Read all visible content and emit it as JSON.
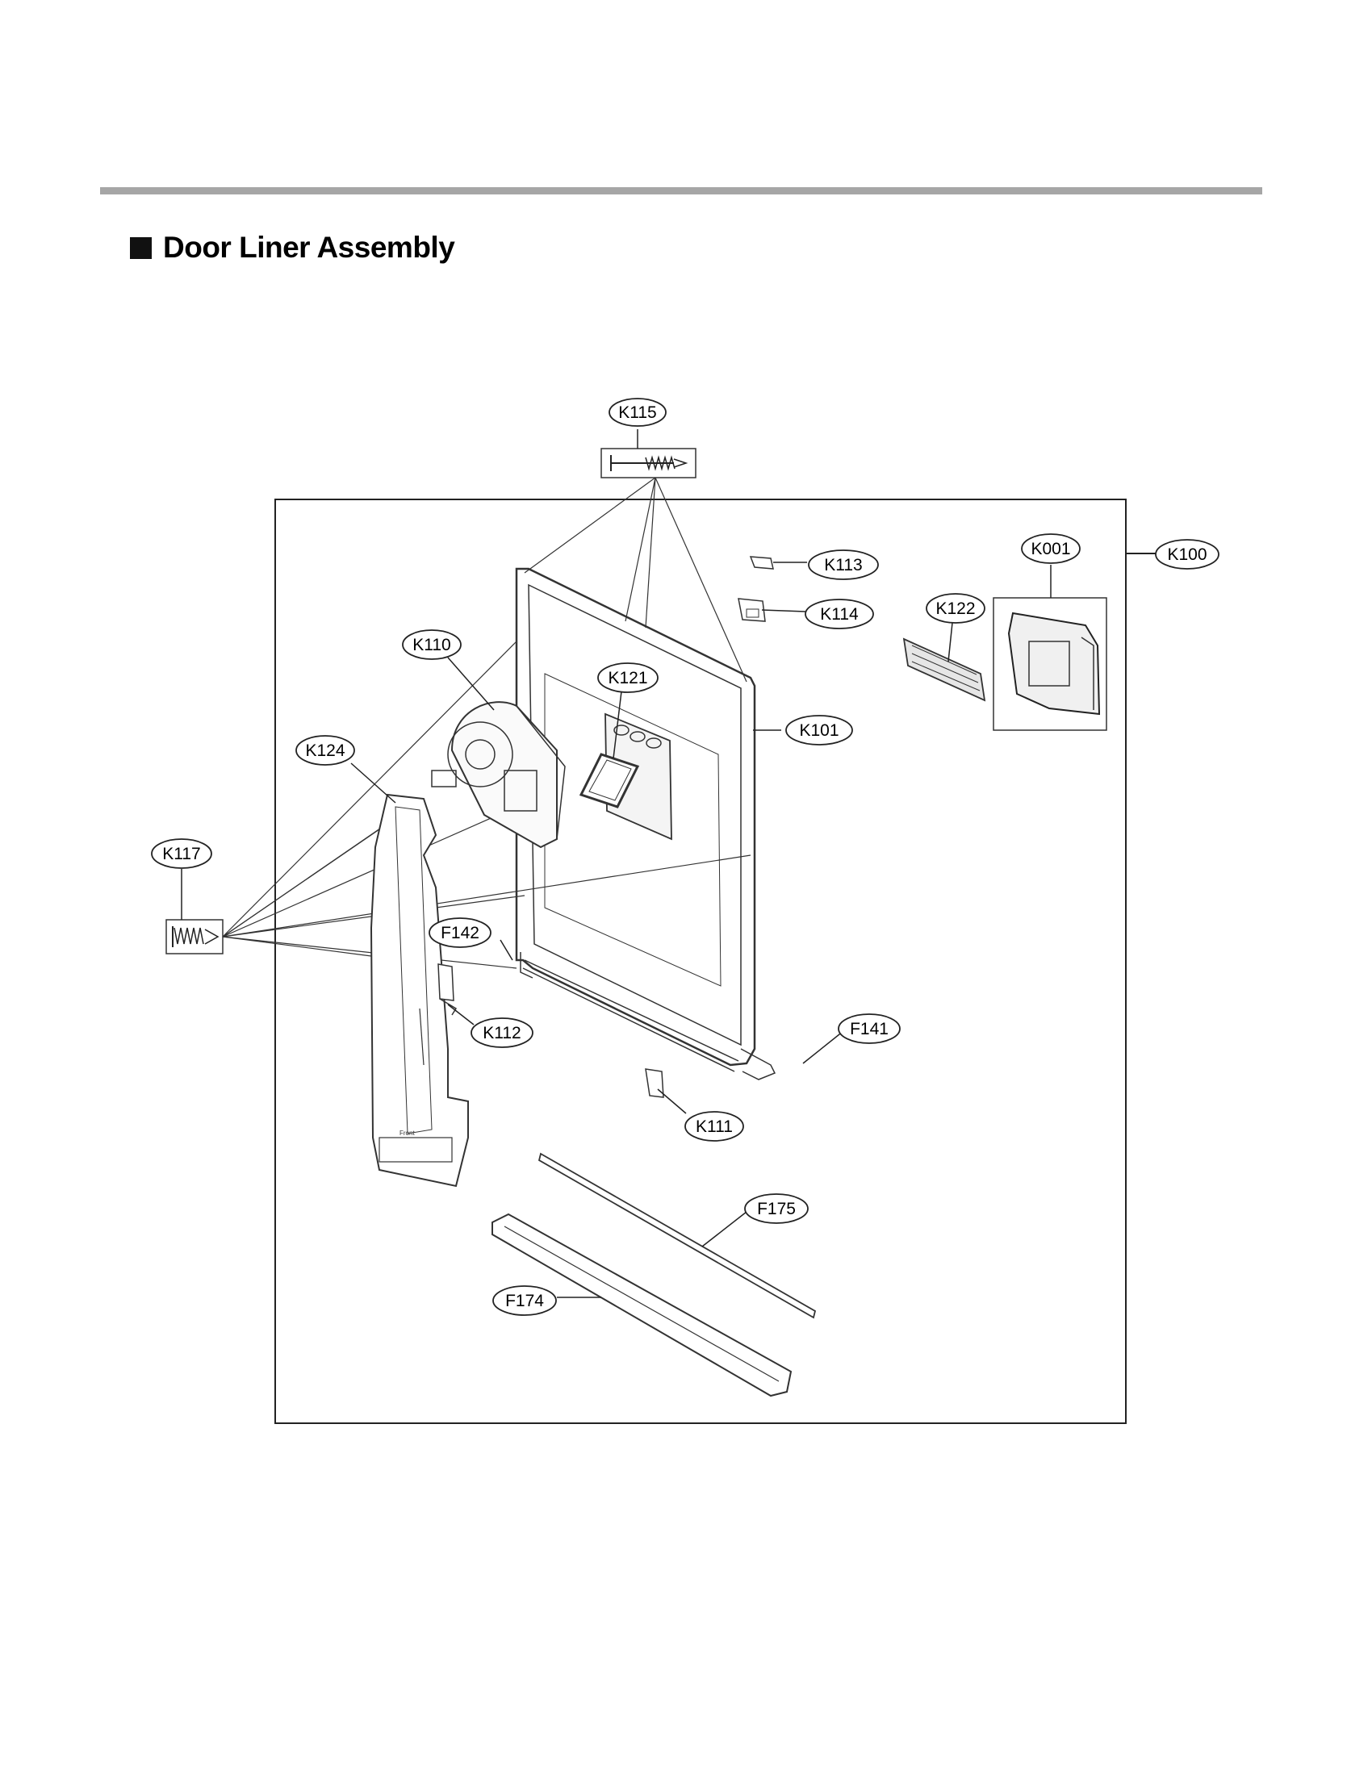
{
  "header": {
    "title": "Door Liner Assembly"
  },
  "callouts": {
    "K115": "K115",
    "K113": "K113",
    "K114": "K114",
    "K001": "K001",
    "K100": "K100",
    "K122": "K122",
    "K110": "K110",
    "K121": "K121",
    "K101": "K101",
    "K124": "K124",
    "K117": "K117",
    "F142": "F142",
    "K112": "K112",
    "F141": "F141",
    "K111": "K111",
    "F175": "F175",
    "F174": "F174"
  },
  "print_text": {
    "front_mark": "Front"
  }
}
